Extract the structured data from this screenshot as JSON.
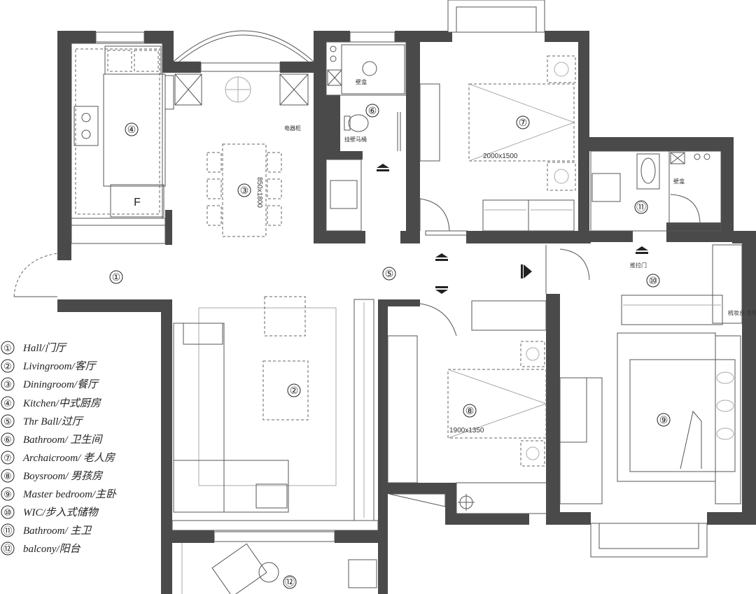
{
  "rooms": [
    {
      "id": "1",
      "label": "①"
    },
    {
      "id": "2",
      "label": "②"
    },
    {
      "id": "3",
      "label": "③"
    },
    {
      "id": "4",
      "label": "④"
    },
    {
      "id": "5",
      "label": "⑤"
    },
    {
      "id": "6",
      "label": "⑥"
    },
    {
      "id": "7",
      "label": "⑦"
    },
    {
      "id": "8",
      "label": "⑧"
    },
    {
      "id": "9",
      "label": "⑨"
    },
    {
      "id": "10",
      "label": "⑩"
    },
    {
      "id": "11",
      "label": "⑪"
    },
    {
      "id": "12",
      "label": "⑫"
    }
  ],
  "legend": [
    {
      "num": "①",
      "text": "Hall/门厅"
    },
    {
      "num": "②",
      "text": "Livingroom/客厅"
    },
    {
      "num": "③",
      "text": "Diningroom/餐厅"
    },
    {
      "num": "④",
      "text": "Kitchen/中式厨房"
    },
    {
      "num": "⑤",
      "text": "Thr Ball/过厅"
    },
    {
      "num": "⑥",
      "text": "Bathroom/ 卫生间"
    },
    {
      "num": "⑦",
      "text": "Archaicroom/ 老人房"
    },
    {
      "num": "⑧",
      "text": "Boysroom/ 男孩房"
    },
    {
      "num": "⑨",
      "text": "Master bedroom/主卧"
    },
    {
      "num": "⑩",
      "text": "WIC/步入式储物"
    },
    {
      "num": "⑪",
      "text": "Bathroom/ 主卫"
    },
    {
      "num": "⑫",
      "text": "balcony/阳台"
    }
  ],
  "annotations": {
    "bed_room7": "2000x1500",
    "bed_room8": "1900x1350",
    "table_dining": "850x1800",
    "fridge": "F",
    "appliance_cabinet": "电器柜",
    "niche_bath6": "壁龛",
    "wall_toilet": "挂壁马桶",
    "niche_bath11": "壁龛",
    "sliding_door": "推拉门",
    "wic_note": "梳妆台 衣柜"
  }
}
